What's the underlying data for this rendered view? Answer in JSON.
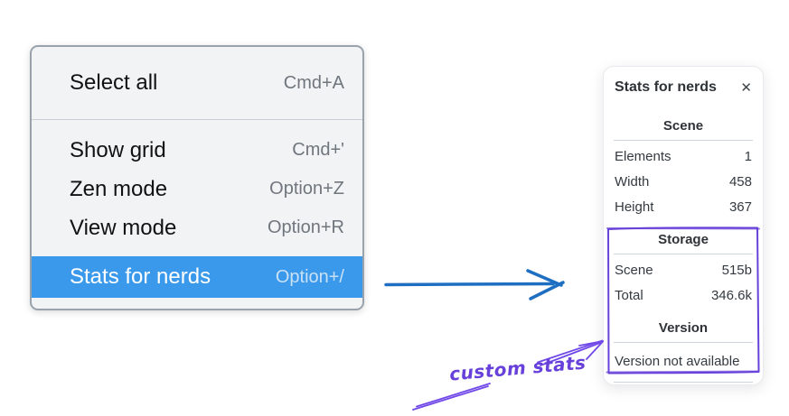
{
  "context_menu": {
    "sections": [
      {
        "items": [
          {
            "label": "Select all",
            "shortcut": "Cmd+A",
            "highlighted": false
          }
        ]
      },
      {
        "items": [
          {
            "label": "Show grid",
            "shortcut": "Cmd+'",
            "highlighted": false
          },
          {
            "label": "Zen mode",
            "shortcut": "Option+Z",
            "highlighted": false
          },
          {
            "label": "View mode",
            "shortcut": "Option+R",
            "highlighted": false
          },
          {
            "label": "Stats for nerds",
            "shortcut": "Option+/",
            "highlighted": true
          }
        ]
      }
    ],
    "highlight_color": "#3a99ea"
  },
  "stats_panel": {
    "title": "Stats for nerds",
    "close_icon": "✕",
    "sections": [
      {
        "header": "Scene",
        "rows": [
          {
            "label": "Elements",
            "value": "1"
          },
          {
            "label": "Width",
            "value": "458"
          },
          {
            "label": "Height",
            "value": "367"
          }
        ]
      },
      {
        "header": "Storage",
        "rows": [
          {
            "label": "Scene",
            "value": "515b"
          },
          {
            "label": "Total",
            "value": "346.6k"
          }
        ]
      },
      {
        "header": "Version",
        "note": "Version not available"
      }
    ]
  },
  "annotations": {
    "label": "custom stats",
    "label_color": "#6741d9",
    "highlight_box_color": "#6741d9",
    "pointer_arrow_color": "#7048e8",
    "blue_arrow_color": "#1e6ec2"
  }
}
